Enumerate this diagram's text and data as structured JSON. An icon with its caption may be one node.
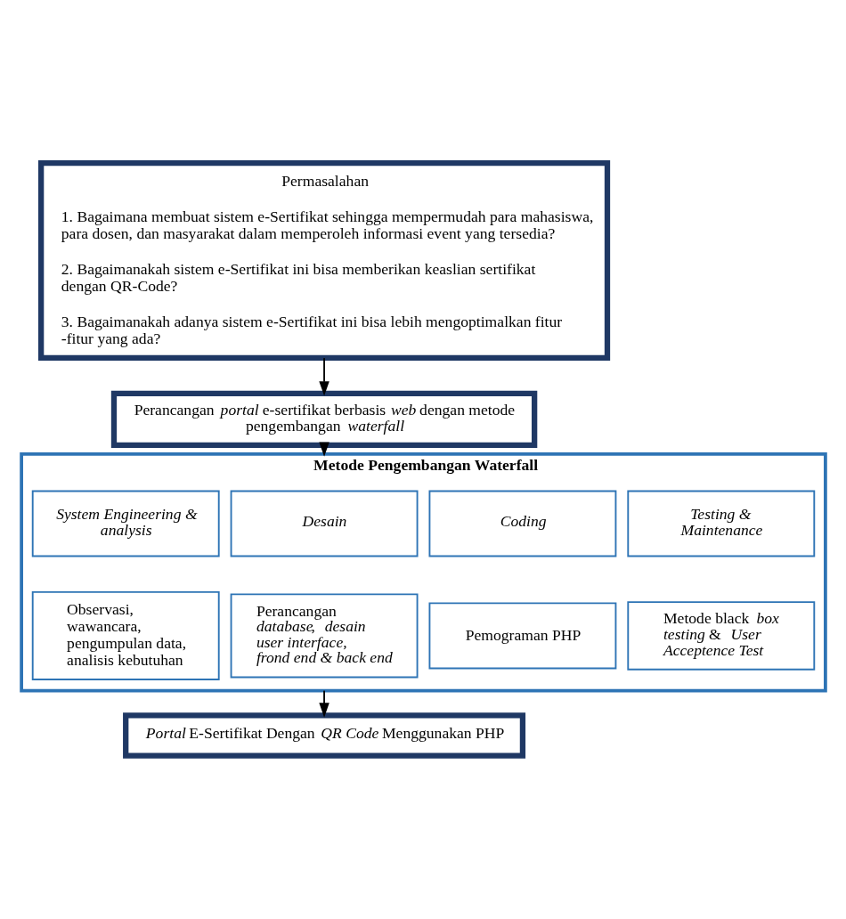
{
  "diagram": {
    "nodes": [
      {
        "text": [
          "Permasalahan",
          "1. Bagaimana membuat sistem e-Sertifikat sehingga mempermudah para mahasiswa, para dosen, dan masyarakat dalam memperoleh informasi event yang tersedia?",
          "2. Bagaimanakah sistem e-Sertifikat ini bisa memberikan keaslian sertifikat dengan QR-Code?",
          "3. Bagaimanakah adanya sistem e-Sertifikat ini bisa lebih mengoptimalkan fitur -fitur yang ada?"
        ]
      },
      {
        "text": [
          "Perancangan *portal* e-sertifikat berbasis *web* dengan metode pengembangan *waterfall*"
        ]
      },
      {
        "text": [
          "Metode Pengembangan Waterfall"
        ]
      },
      {
        "text": [
          "System Engineering & analysis"
        ],
        "in": 2
      },
      {
        "text": [
          "Desain"
        ],
        "in": 2
      },
      {
        "text": [
          "Coding"
        ],
        "in": 2
      },
      {
        "text": [
          "Testing & Maintenance"
        ],
        "in": 2
      },
      {
        "text": [
          "Observasi, wawancara, pengumpulan data, analisis kebutuhan"
        ],
        "in": 2
      },
      {
        "text": [
          "Perancangan *database*, *desain user interface, frond end & back end*"
        ],
        "in": 2
      },
      {
        "text": [
          "Pemograman PHP"
        ],
        "in": 2
      },
      {
        "text": [
          "Metode black *box testing* & *User Acceptence Test*"
        ],
        "in": 2
      },
      {
        "text": [
          "*Portal* E-Sertifikat Dengan *QR Code* Menggunakan PHP"
        ]
      }
    ],
    "edges": [
      {
        "from": 0,
        "to": 1,
        "arrow": "to"
      },
      {
        "from": 1,
        "to": 2,
        "arrow": "to"
      },
      {
        "from": 2,
        "to": 11,
        "arrow": "to"
      }
    ]
  }
}
